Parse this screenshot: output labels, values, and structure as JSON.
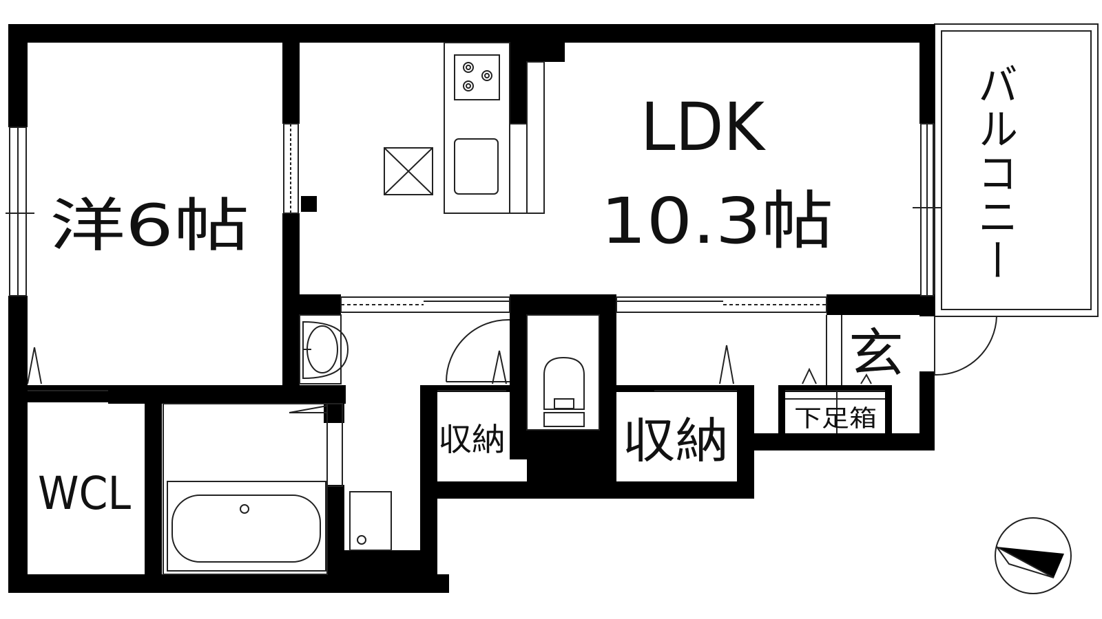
{
  "rooms": {
    "western_room": "洋6帖",
    "ldk_name": "LDK",
    "ldk_size": "10.3帖",
    "walk_in_closet": "WCL",
    "storage_small": "収納",
    "storage_large": "収納",
    "entrance": "玄",
    "shoe_box": "下足箱",
    "balcony": "バルコニー"
  },
  "compass": {
    "icon": "north-arrow-icon",
    "direction": "east-southeast"
  },
  "colors": {
    "wall": "#000000",
    "line": "#222222",
    "background": "#ffffff"
  }
}
